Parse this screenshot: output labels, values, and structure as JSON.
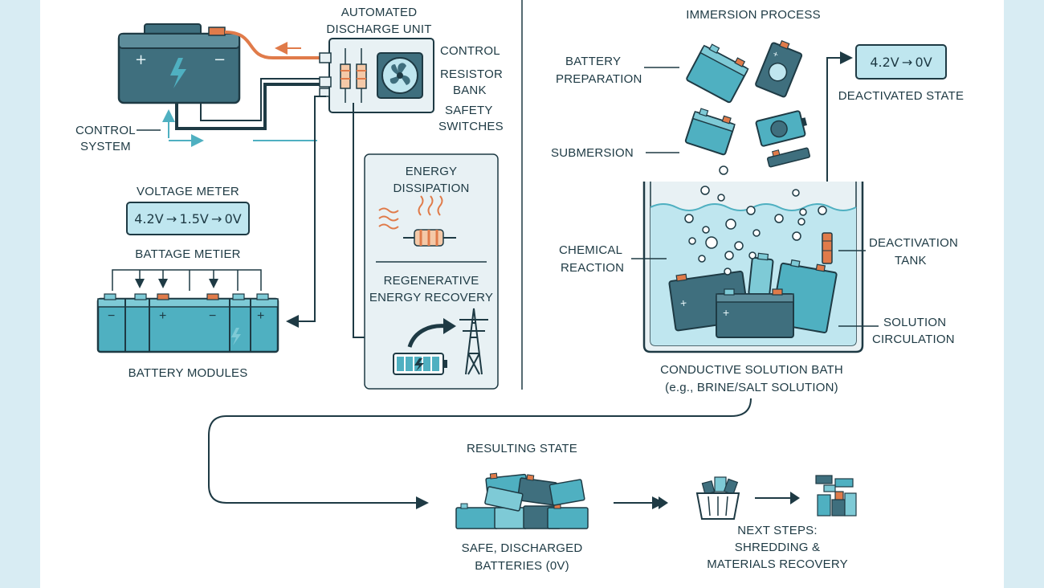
{
  "colors": {
    "teal": "#4fb0c1",
    "teal_light": "#7ecad6",
    "dark": "#1e3a44",
    "orange": "#e07b4a",
    "panel": "#e8f1f4",
    "water": "#bfe6ef"
  },
  "discharge": {
    "unit_label_1": "AUTOMATED",
    "unit_label_2": "DISCHARGE UNIT",
    "control": "CONTROL",
    "resistor_1": "RESISTOR",
    "resistor_2": "BANK",
    "safety_1": "SAFETY",
    "safety_2": "SWITCHES",
    "control_system_1": "CONTROL",
    "control_system_2": "SYSTEM",
    "voltage_meter_label": "VOLTAGE METER",
    "voltage_meter_value": "4.2V → 1.5V → 0V",
    "battage_meter_label": "BATTAGE METIER",
    "battery_modules": "BATTERY MODULES"
  },
  "energy_panel": {
    "dissipation_1": "ENERGY",
    "dissipation_2": "DISSIPATION",
    "regen_1": "REGENERATIVE",
    "regen_2": "ENERGY RECOVERY"
  },
  "immersion": {
    "title": "IMMERSION PROCESS",
    "preparation_1": "BATTERY",
    "preparation_2": "PREPARATION",
    "submersion": "SUBMERSION",
    "deactivated_value": "4.2V → 0V",
    "deactivated_label": "DEACTIVATED STATE",
    "chemical_1": "CHEMICAL",
    "chemical_2": "REACTION",
    "tank_1": "DEACTIVATION",
    "tank_2": "TANK",
    "circulation_1": "SOLUTION",
    "circulation_2": "CIRCULATION",
    "bath_1": "CONDUCTIVE SOLUTION BATH",
    "bath_2": "(e.g., BRINE/SALT SOLUTION)"
  },
  "result": {
    "title": "RESULTING STATE",
    "safe_1": "SAFE, DISCHARGED",
    "safe_2": "BATTERIES (0V)",
    "next_1": "NEXT STEPS:",
    "next_2": "SHREDDING &",
    "next_3": "MATERIALS RECOVERY"
  },
  "icons": [
    "battery-icon",
    "fan-icon",
    "resistor-icon",
    "heat-wave-icon",
    "power-tower-icon",
    "charging-battery-icon",
    "bubble-icon",
    "recycling-bin-icon",
    "materials-icon"
  ]
}
